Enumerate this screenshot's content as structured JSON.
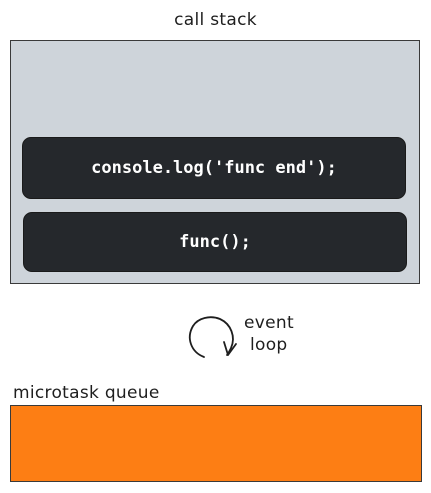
{
  "call_stack": {
    "label": "call stack",
    "frames": [
      {
        "code": "console.log('func end');"
      },
      {
        "code": "func();"
      }
    ],
    "background_color": "#ced4da",
    "frame_color": "#25282c"
  },
  "event_loop": {
    "icon": "circular-arrow-icon",
    "label_line1": "event",
    "label_line2": "loop"
  },
  "microtask_queue": {
    "label": "microtask queue",
    "items": [],
    "color": "#fd7e14"
  }
}
